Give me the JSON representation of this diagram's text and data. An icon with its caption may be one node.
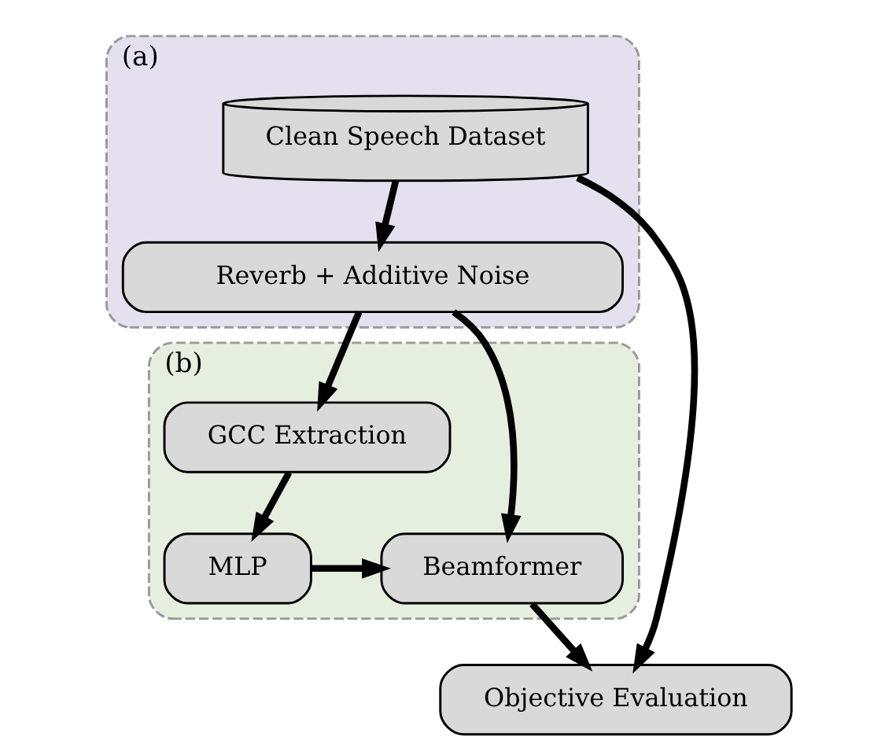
{
  "diagram": {
    "nodes": [
      {
        "text": [
          "(a)"
        ]
      },
      {
        "text": [
          "Clean Speech Dataset"
        ],
        "in": 0
      },
      {
        "text": [
          "Reverb + Additive Noise"
        ],
        "in": 0
      },
      {
        "text": [
          "(b)"
        ]
      },
      {
        "text": [
          "GCC Extraction"
        ],
        "in": 3
      },
      {
        "text": [
          "Beamformer"
        ],
        "in": 3
      },
      {
        "text": [
          "MLP"
        ],
        "in": 3
      },
      {
        "text": [
          "Objective Evaluation"
        ]
      }
    ],
    "edges": [
      {
        "from": 1,
        "to": 2,
        "arrow": "to"
      },
      {
        "from": 2,
        "to": 5,
        "arrow": "to"
      },
      {
        "from": 2,
        "to": 4,
        "arrow": "to"
      },
      {
        "from": 4,
        "to": 6,
        "arrow": "to"
      },
      {
        "from": 6,
        "to": 5,
        "arrow": "to"
      },
      {
        "from": 5,
        "to": 7,
        "arrow": "to"
      },
      {
        "from": 1,
        "to": 7,
        "arrow": "to"
      }
    ]
  }
}
